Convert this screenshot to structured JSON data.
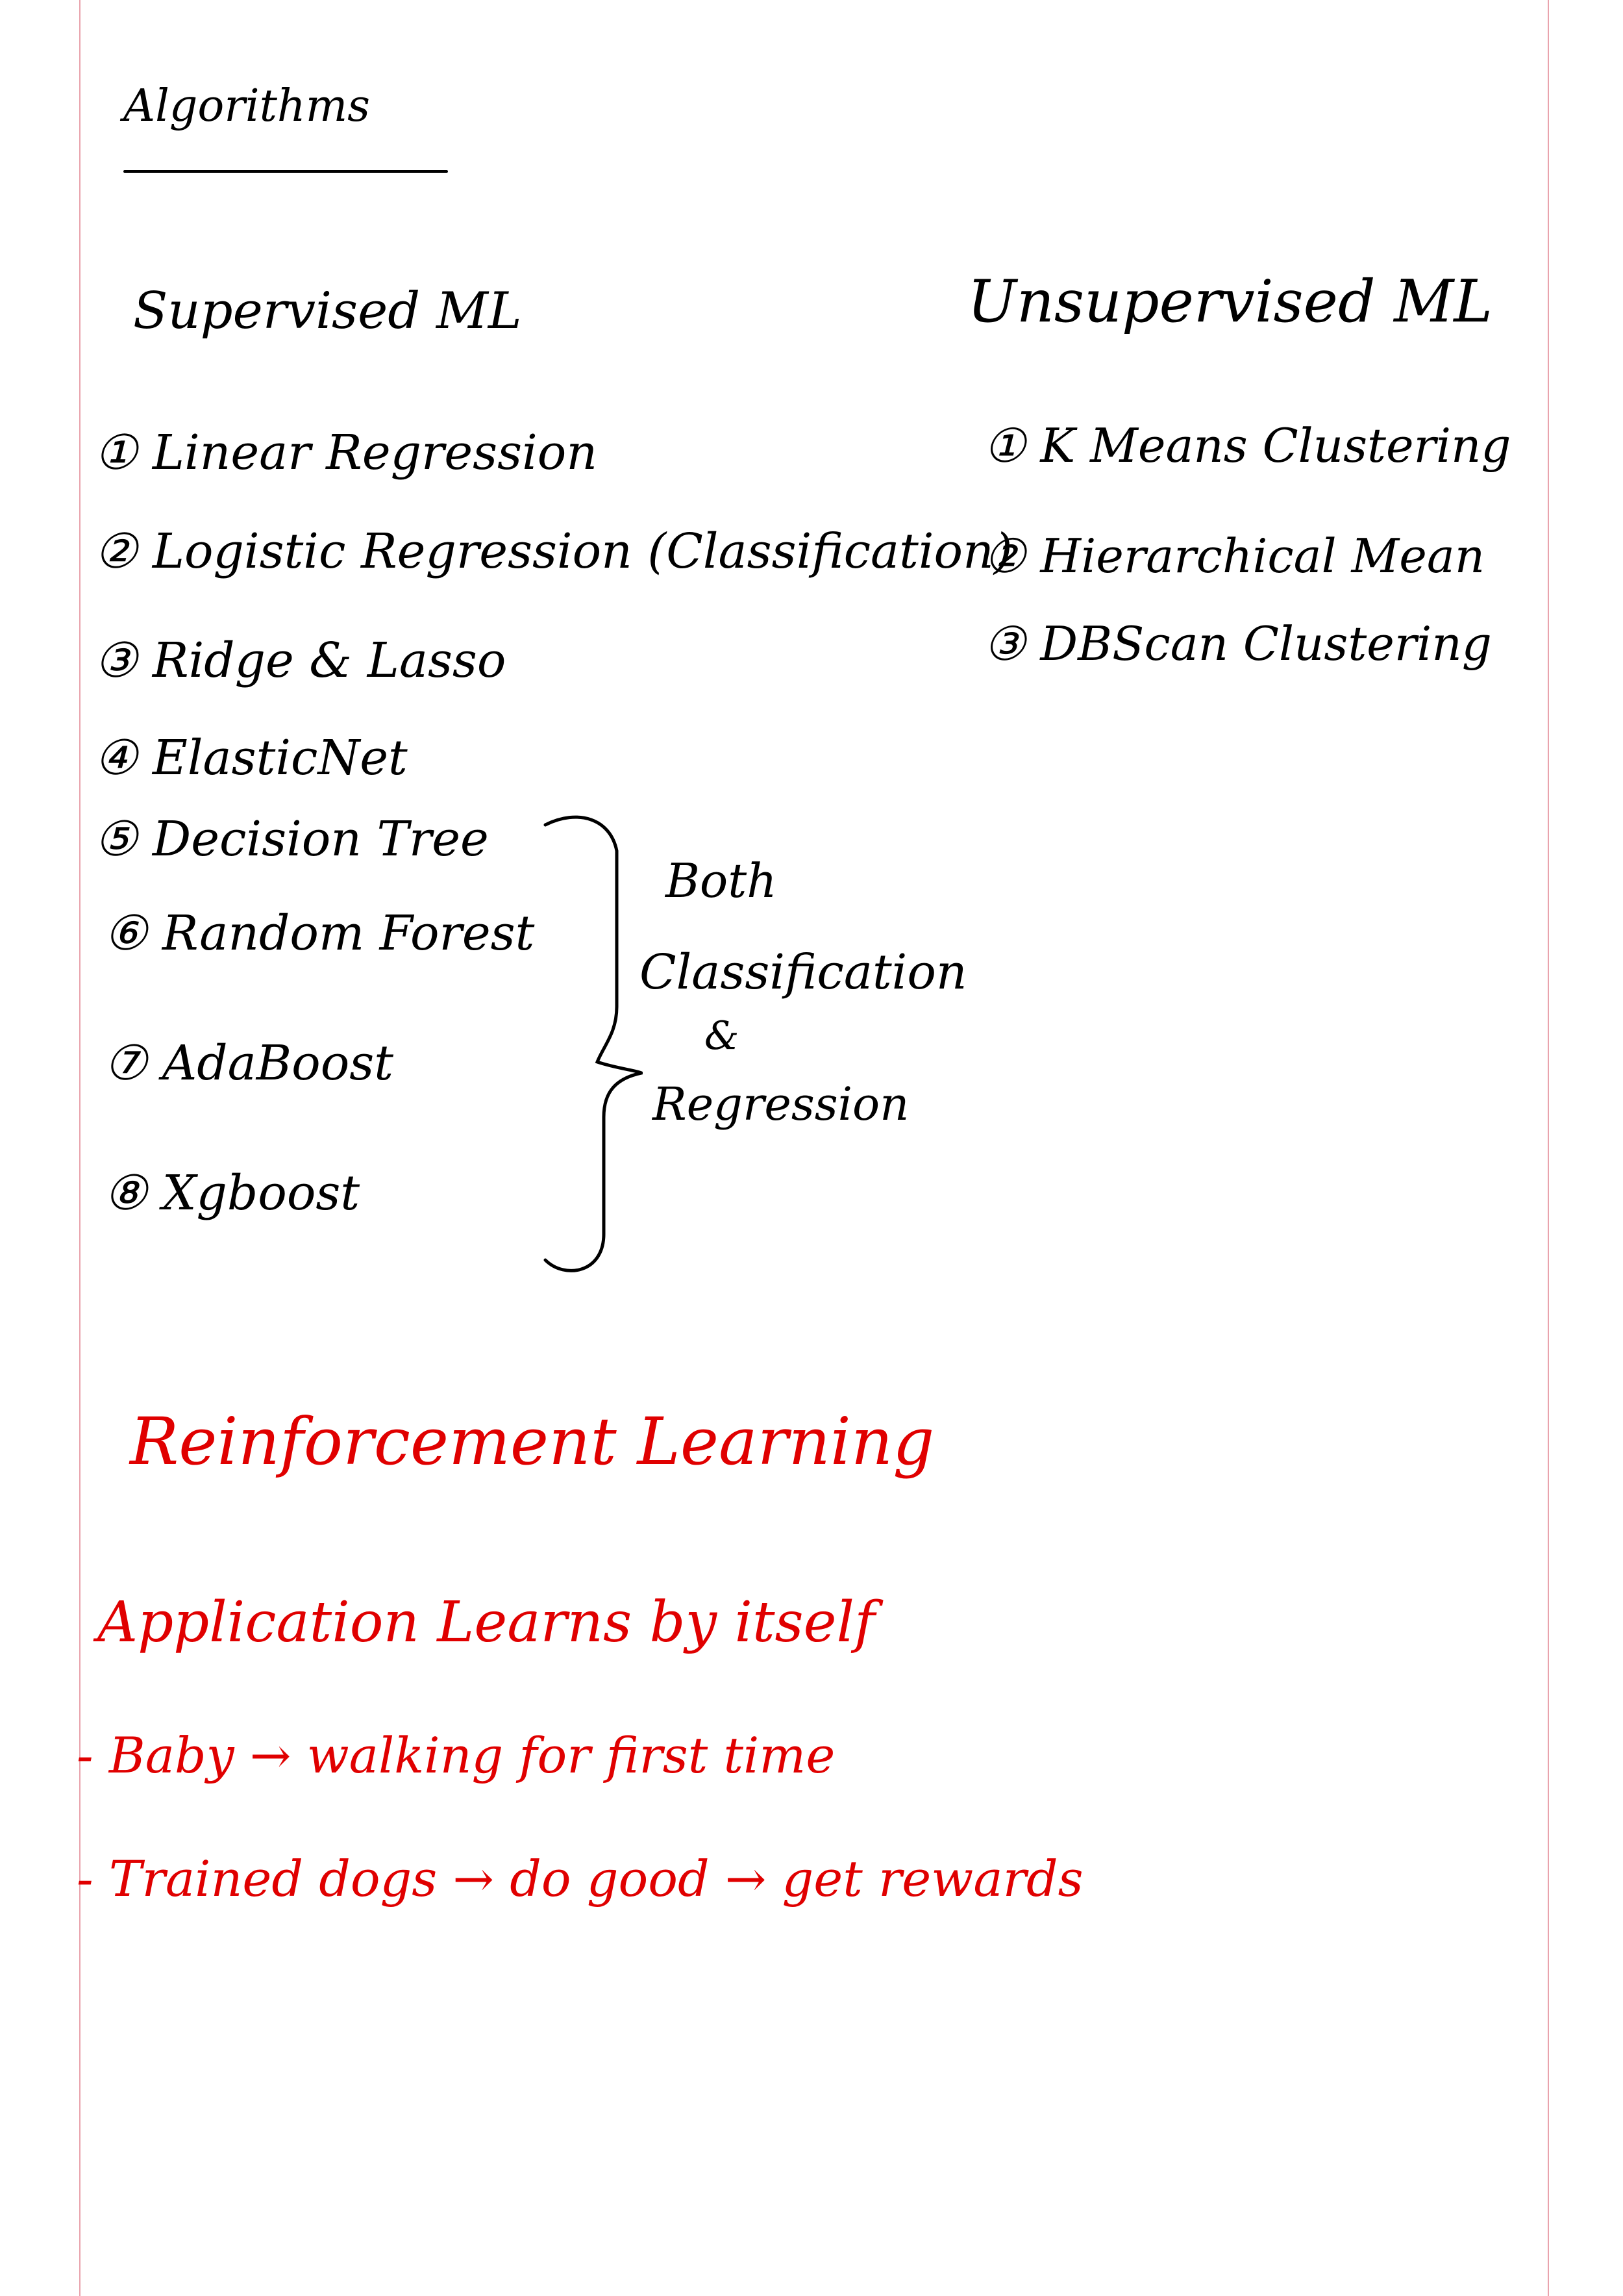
{
  "title": "Algorithms",
  "supervised": {
    "heading": "Supervised ML",
    "items": [
      "① Linear Regression",
      "② Logistic Regression (Classification)",
      "③ Ridge & Lasso",
      "④ ElasticNet",
      "⑤ Decision Tree",
      "⑥ Random Forest",
      "⑦ AdaBoost",
      "⑧ Xgboost"
    ],
    "brace_note": [
      "Both",
      "Classification",
      "&",
      "Regression"
    ]
  },
  "unsupervised": {
    "heading": "Unsupervised ML",
    "items": [
      "① K Means Clustering",
      "② Hierarchical Mean",
      "③ DBScan Clustering"
    ]
  },
  "reinforcement": {
    "heading": "Reinforcement Learning",
    "lines": [
      "Application Learns by itself",
      "- Baby → walking for first time",
      "- Trained dogs → do good → get rewards"
    ]
  },
  "colors": {
    "ink": "#000000",
    "red_ink": "#e00000",
    "margin": "#e9a3ad"
  }
}
